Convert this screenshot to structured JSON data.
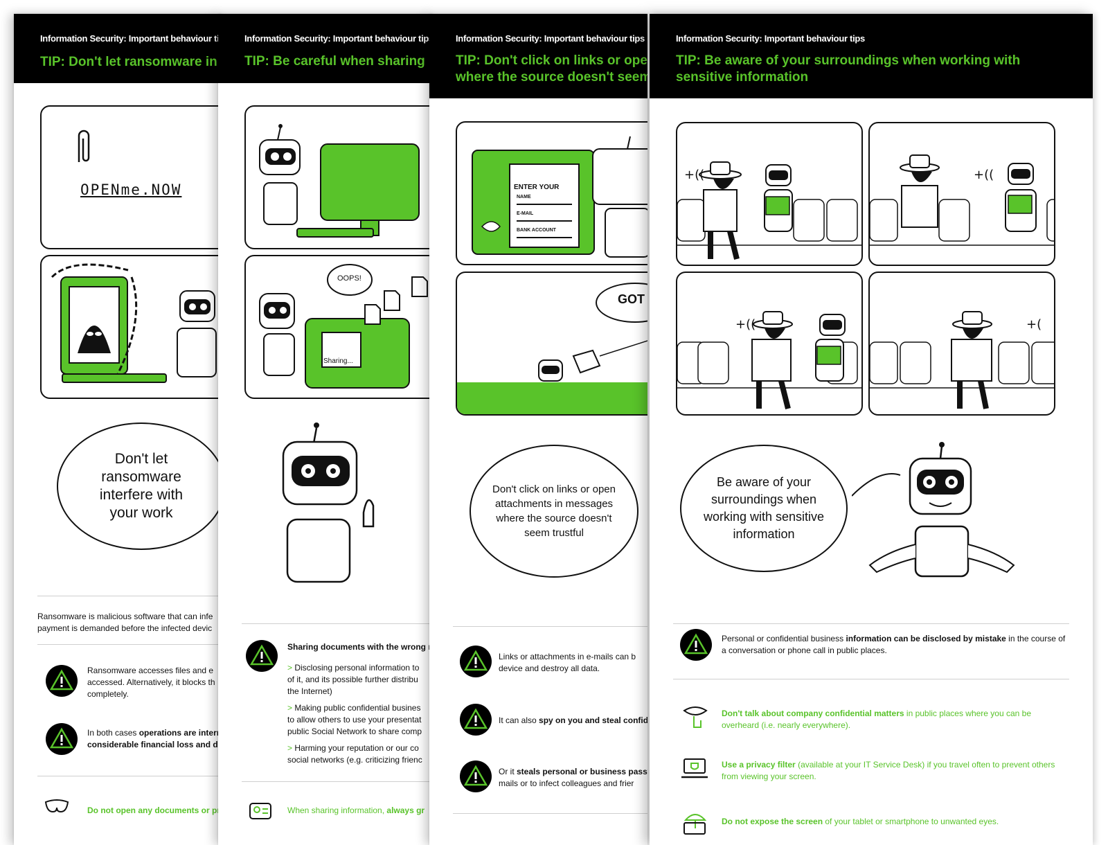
{
  "header_subtitle": "Information Security: Important behaviour tips",
  "sheet1": {
    "tip": "TIP: Don't let ransomware in",
    "file_name": "OPENme.NOW",
    "bubble": "Don't let ransomware interfere with your work",
    "intro": "Ransomware is malicious software that can infe",
    "intro2": "payment is demanded before the infected devic",
    "item1_a": "Ransomware accesses files and e",
    "item1_b": "accessed. Alternatively, it blocks th",
    "item1_c": "completely.",
    "item2_a": "In both cases ",
    "item2_b": "operations are interru",
    "item2_c": "considerable financial loss and dam",
    "advice": "Do not open any documents or prog"
  },
  "sheet2": {
    "tip": "TIP: Be careful when sharing i",
    "oops": "OOPS!",
    "sharing": "Sharing...",
    "heading": "Sharing documents with the wrong rec",
    "b1_a": "Disclosing personal information to",
    "b1_b": "of it, and its possible further distribu",
    "b1_c": "the Internet)",
    "b2_a": "Making public confidential busines",
    "b2_b": "to allow others to use your presentat",
    "b2_c": "public Social Network to share comp",
    "b3_a": "Harming your reputation or our co",
    "b3_b": "social networks (e.g. criticizing frienc",
    "advice_a": "When sharing information, ",
    "advice_b": "always gr"
  },
  "sheet3": {
    "tip_line1": "TIP: Don't click on links or ope",
    "tip_line2": "where the source doesn't seem",
    "form_title": "ENTER YOUR",
    "form_name": "NAME",
    "form_email": "E-MAIL",
    "form_bank": "BANK ACCOUNT",
    "got": "GOT",
    "bubble": "Don't click on links or open attachments in messages where the source doesn't seem trustful",
    "item1_a": "Links or attachments in e-mails can b",
    "item1_b": "device and destroy all data.",
    "item2_a": "It can also ",
    "item2_b": "spy on you and steal confide",
    "item3_a": "Or it ",
    "item3_b": "steals personal or business passw",
    "item3_c": "mails or to infect colleagues and frier"
  },
  "sheet4": {
    "tip": "TIP: Be aware of your surroundings when working with sensitive information",
    "bubble": "Be aware of your surroundings when working with sensitive information",
    "item1_a": "Personal or confidential business ",
    "item1_b": "information can be disclosed by mistake",
    "item1_c": " in the course of a conversation or phone call in public places.",
    "advice1_a": "Don't talk about company confidential matters",
    "advice1_b": " in public places where you can be overheard (i.e. nearly everywhere).",
    "advice2_a": "Use a privacy filter",
    "advice2_b": " (available at your IT Service Desk) if you travel often to prevent others from viewing your screen.",
    "advice3_a": "Do not expose the screen",
    "advice3_b": " of your tablet or smartphone to unwanted eyes."
  },
  "colors": {
    "accent": "#59c32a",
    "header": "#000000"
  }
}
